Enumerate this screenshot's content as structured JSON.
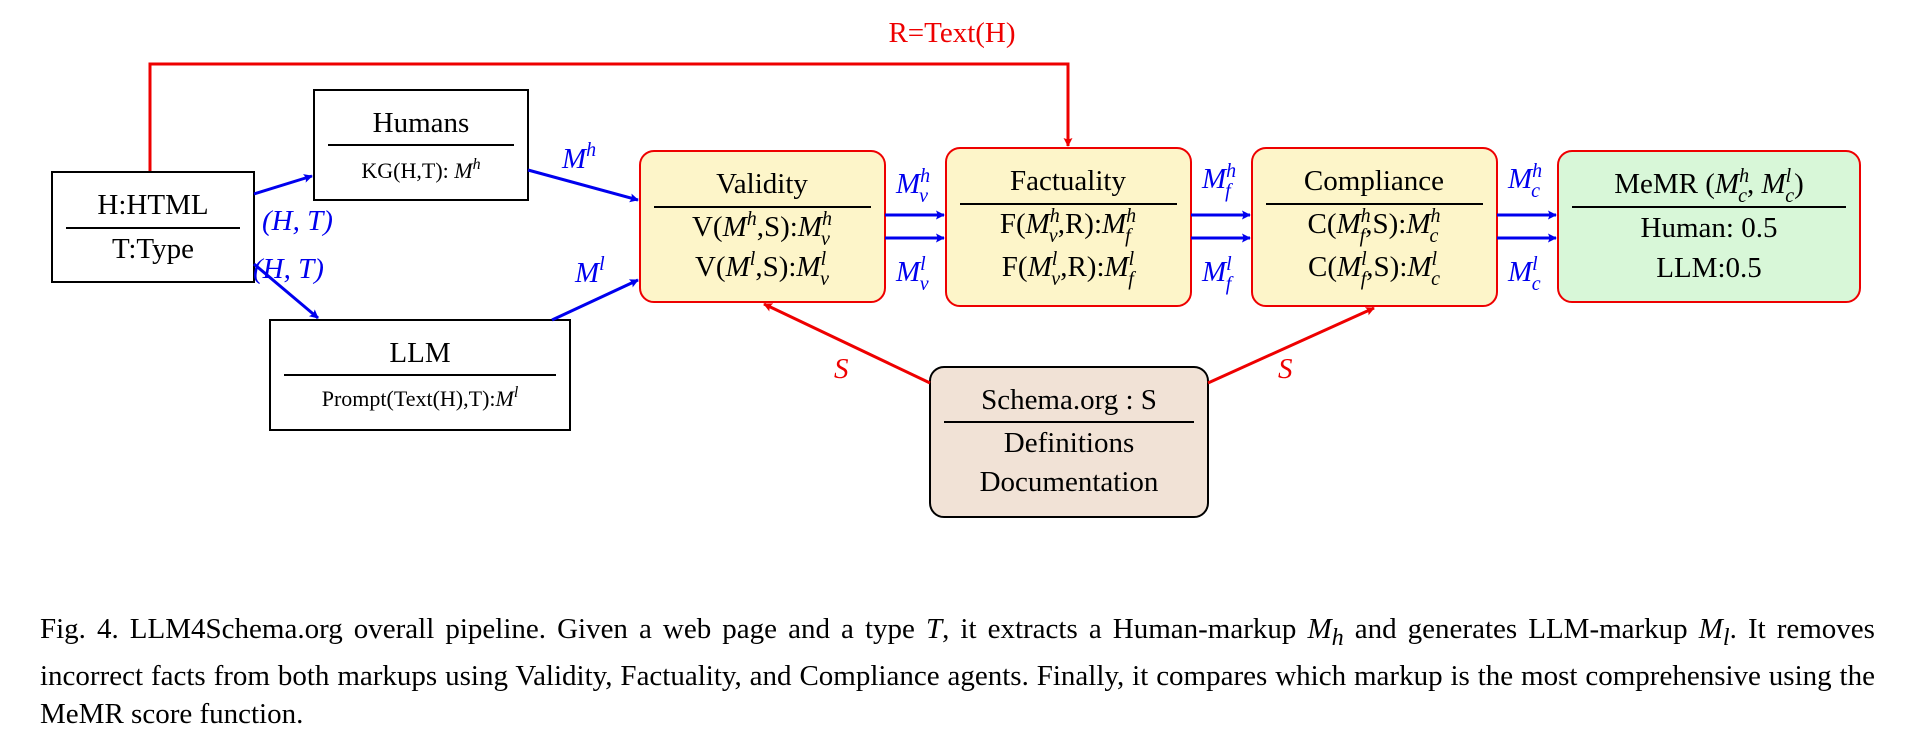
{
  "nodes": {
    "html": {
      "title": "H:HTML",
      "sub": "T:Type"
    },
    "humans": {
      "title": "Humans",
      "sub": "KG(H,T): M^h"
    },
    "llm": {
      "title": "LLM",
      "sub": "Prompt(Text(H),T):M^l"
    },
    "validity": {
      "title": "Validity",
      "line1": "V(M^h,S):M_v^h",
      "line2": "V(M^l,S):M_v^l"
    },
    "factuality": {
      "title": "Factuality",
      "line1": "F(M_v^h,R):M_f^h",
      "line2": "F(M_v^l,R):M_f^l"
    },
    "compliance": {
      "title": "Compliance",
      "line1": "C(M_f^h,S):M_c^h",
      "line2": "C(M_f^l,S):M_c^l"
    },
    "memr": {
      "title": "MeMR (M_c^h, M_c^l)",
      "line1": "Human: 0.5",
      "line2": "LLM:0.5"
    },
    "schema": {
      "title": "Schema.org : S",
      "line1": "Definitions",
      "line2": "Documentation"
    }
  },
  "edges": {
    "r_label": "R=Text(H)",
    "ht_upper": "(H, T)",
    "ht_lower": "(H, T)",
    "mh": "M^h",
    "ml": "M^l",
    "mvh": "M_v^h",
    "mvl": "M_v^l",
    "mfh": "M_f^h",
    "mfl": "M_f^l",
    "mch": "M_c^h",
    "mcl": "M_c^l",
    "s_left": "S",
    "s_right": "S"
  },
  "caption": {
    "text": "Fig. 4. LLM4Schema.org overall pipeline. Given a web page and a type T, it extracts a Human-markup M_h and generates LLM-markup M_l. It removes incorrect facts from both markups using Validity, Factuality, and Compliance agents. Finally, it compares which markup is the most comprehensive using the MeMR score function."
  },
  "colors": {
    "red": "#ee0000",
    "blue": "#0000ee",
    "agent_fill": "#fdf5c9",
    "memr_fill": "#d8f7d8",
    "schema_fill": "#f1e2d6"
  }
}
